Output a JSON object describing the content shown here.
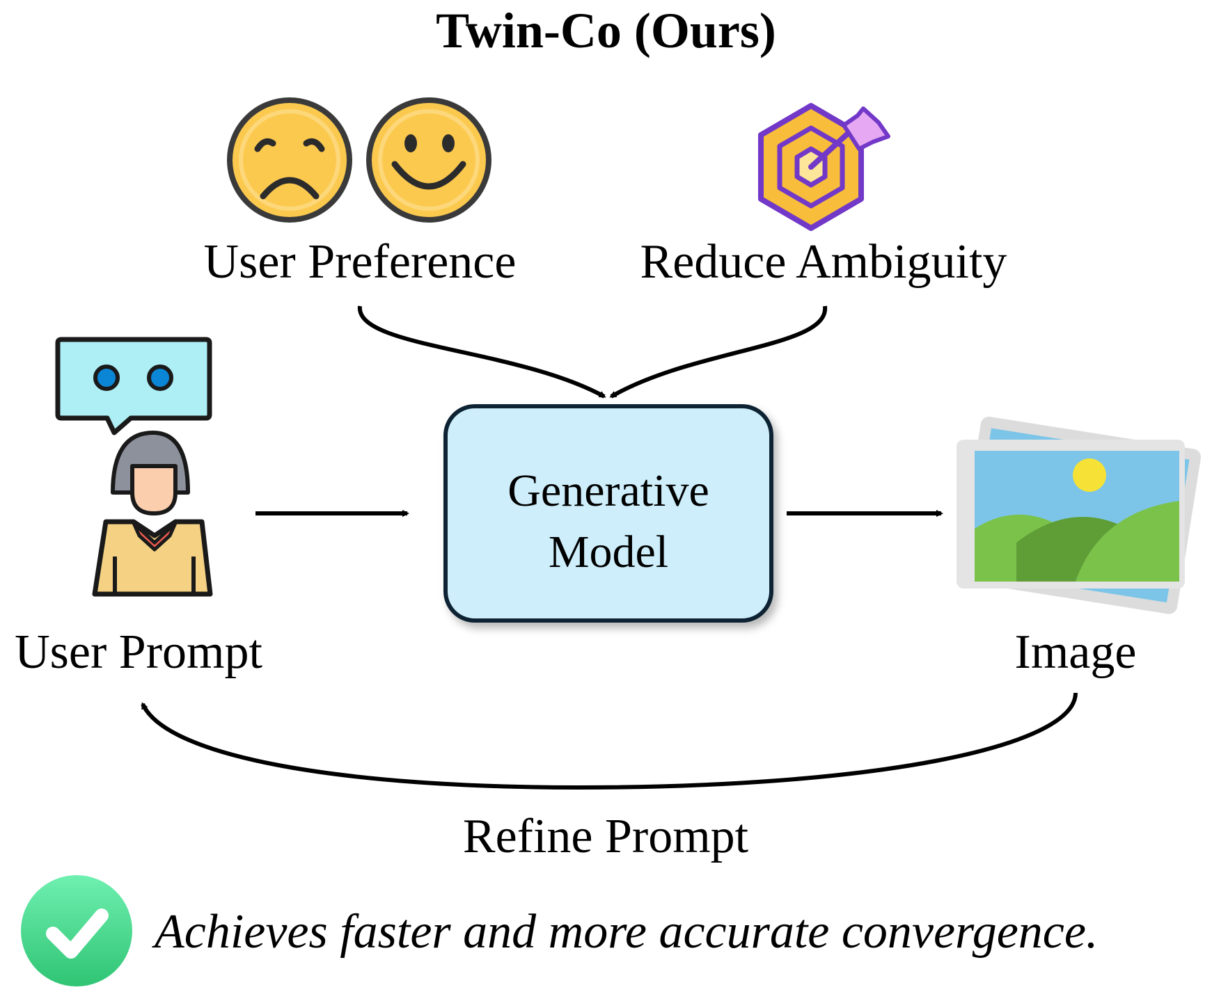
{
  "title": "Twin-Co (Ours)",
  "nodes": {
    "user_preference": {
      "label": "User Preference",
      "icons": [
        "sad-face-icon",
        "happy-face-icon"
      ]
    },
    "reduce_ambiguity": {
      "label": "Reduce Ambiguity",
      "icon": "target-arrow-icon"
    },
    "user_prompt": {
      "label": "User Prompt",
      "icon": "user-speech-bubble-icon"
    },
    "generative_model": {
      "line1": "Generative",
      "line2": "Model"
    },
    "image": {
      "label": "Image",
      "icon": "image-stack-icon"
    }
  },
  "loop": {
    "label": "Refine Prompt"
  },
  "conclusion": {
    "text": "Achieves faster and more accurate convergence.",
    "icon": "check-circle-icon"
  },
  "colors": {
    "model_box_fill": "#cdeefa",
    "model_box_stroke": "#0d2230",
    "face_fill": "#fcc94f",
    "face_stroke": "#3a3a3a",
    "target_fill": "#f8bd3a",
    "target_stroke": "#7238c8",
    "arrow_fill": "#e6a8f2",
    "speech_bubble_fill": "#aeeef5",
    "speech_dot_fill": "#0b86d6",
    "sky": "#7cc5e8",
    "sun": "#f6e236",
    "hills_light": "#7bc24a",
    "hills_dark": "#5f9e36",
    "check_green": "#3fd48a",
    "shirt": "#f5d283",
    "skin": "#fbcfae",
    "hair": "#8d919c",
    "collar": "#ea5a4e"
  }
}
